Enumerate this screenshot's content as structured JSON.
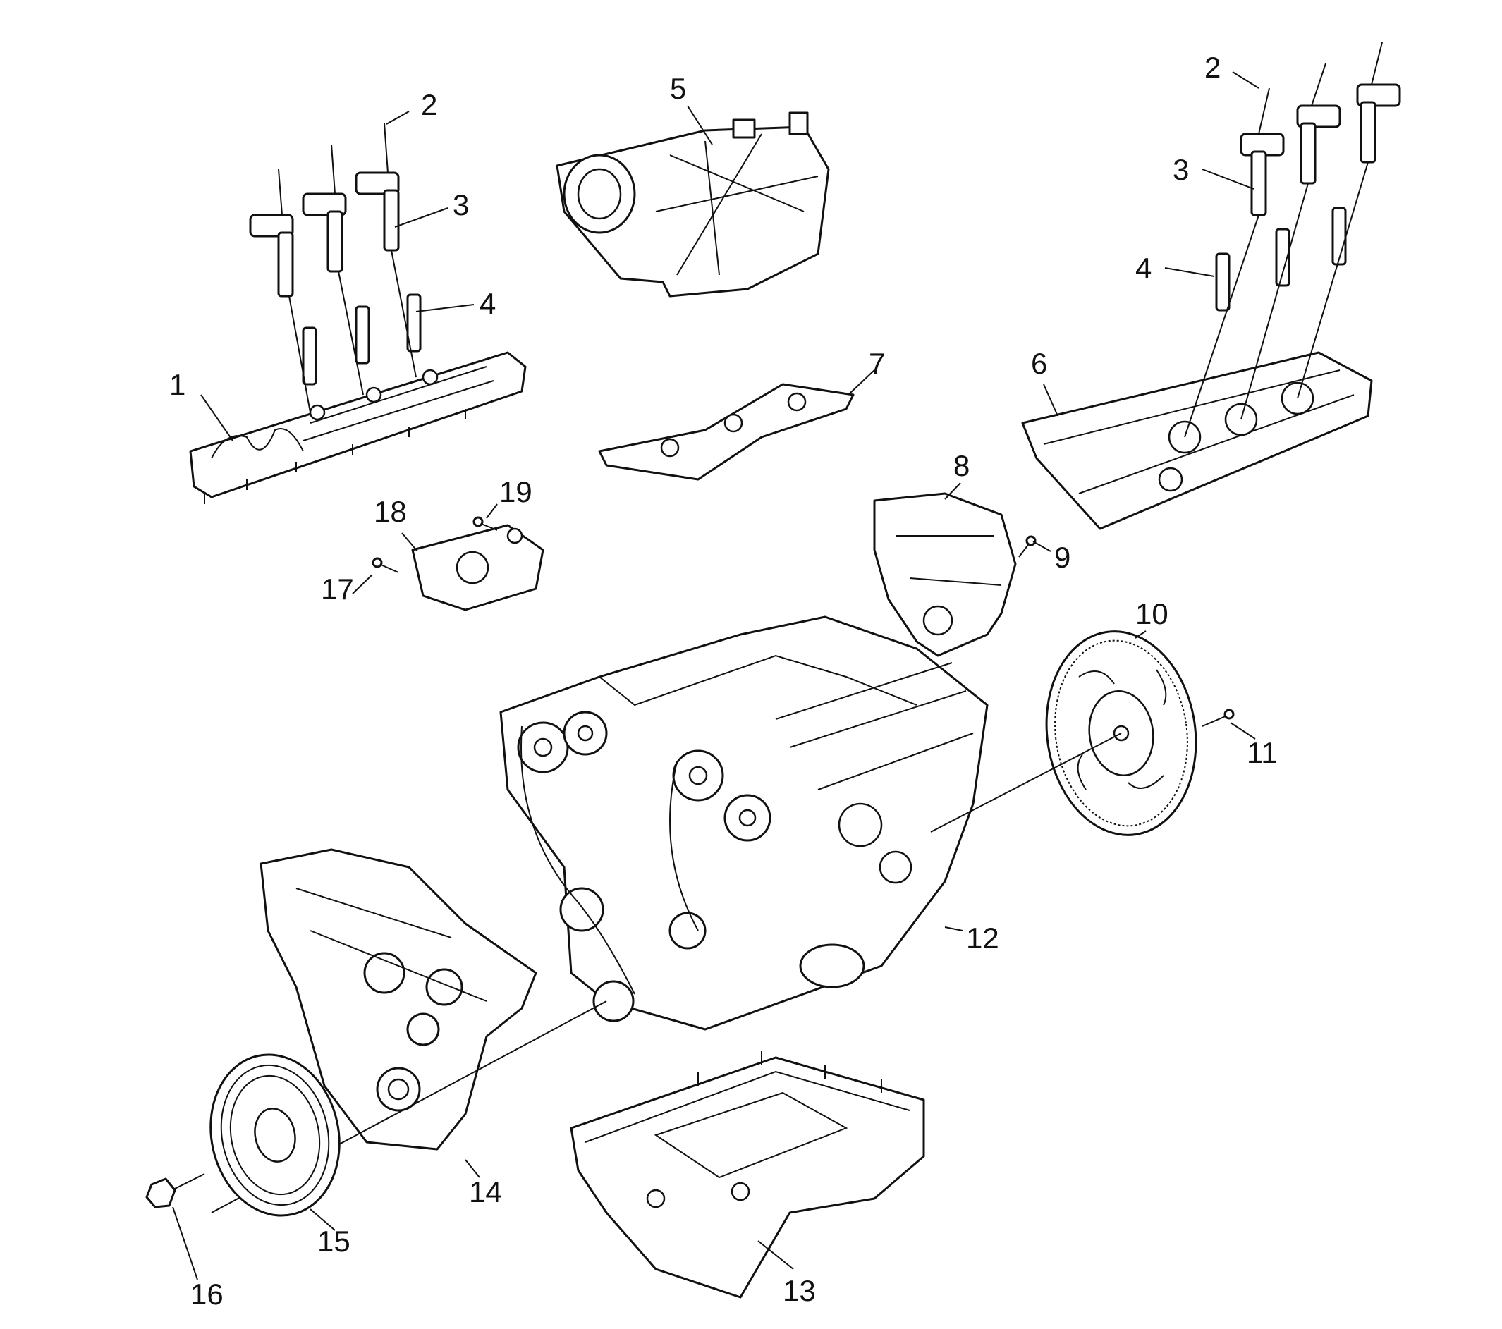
{
  "callouts": [
    {
      "id": "c1",
      "label": "1"
    },
    {
      "id": "c2a",
      "label": "2"
    },
    {
      "id": "c3a",
      "label": "3"
    },
    {
      "id": "c4a",
      "label": "4"
    },
    {
      "id": "c5",
      "label": "5"
    },
    {
      "id": "c2b",
      "label": "2"
    },
    {
      "id": "c3b",
      "label": "3"
    },
    {
      "id": "c4b",
      "label": "4"
    },
    {
      "id": "c6",
      "label": "6"
    },
    {
      "id": "c7",
      "label": "7"
    },
    {
      "id": "c8",
      "label": "8"
    },
    {
      "id": "c9",
      "label": "9"
    },
    {
      "id": "c10",
      "label": "10"
    },
    {
      "id": "c11",
      "label": "11"
    },
    {
      "id": "c12",
      "label": "12"
    },
    {
      "id": "c13",
      "label": "13"
    },
    {
      "id": "c14",
      "label": "14"
    },
    {
      "id": "c15",
      "label": "15"
    },
    {
      "id": "c16",
      "label": "16"
    },
    {
      "id": "c17",
      "label": "17"
    },
    {
      "id": "c18",
      "label": "18"
    },
    {
      "id": "c19",
      "label": "19"
    }
  ]
}
